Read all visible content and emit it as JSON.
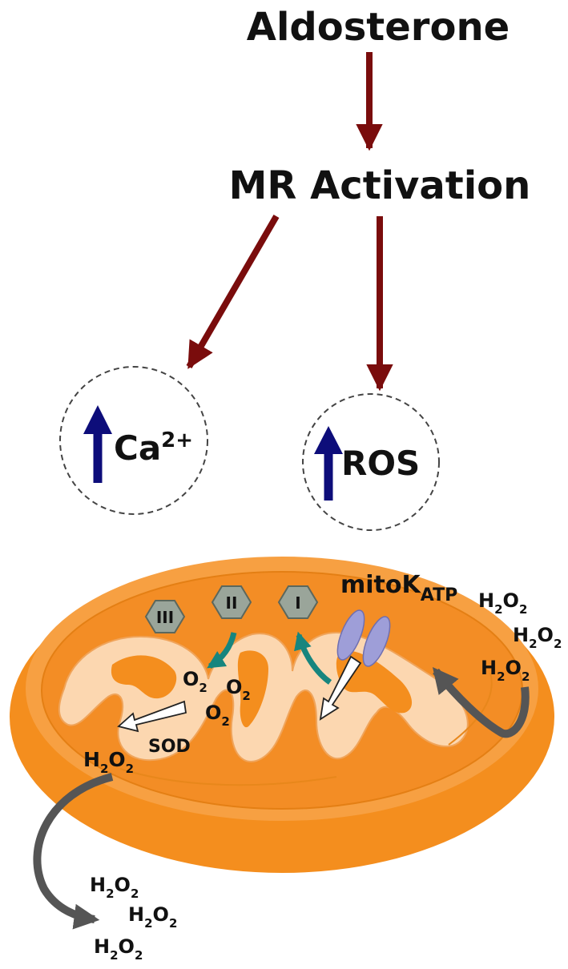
{
  "title": "Aldosterone",
  "step2": "MR Activation",
  "calcium": {
    "label": "Ca",
    "superscript": "2+"
  },
  "ros": {
    "label": "ROS"
  },
  "complexes": {
    "c3": "III",
    "c2": "II",
    "c1": "I"
  },
  "channel": {
    "label": "mitoK",
    "subscript": "ATP"
  },
  "sod": "SOD",
  "oxygen": {
    "symbol": "O",
    "sub": "2"
  },
  "h2o2": {
    "h": "H",
    "two": "2",
    "o": "O"
  },
  "colors": {
    "arrow_dark_red": "#7a0c0c",
    "up_arrow_blue": "#0d0d7a",
    "mito_outer": "#f48e1e",
    "mito_inner": "#fcd7b0",
    "teal_arrow": "#17857e",
    "grey_arrow": "#555555",
    "complex_grey": "#9aa59a",
    "channel_lavender": "#9e9ed8"
  }
}
